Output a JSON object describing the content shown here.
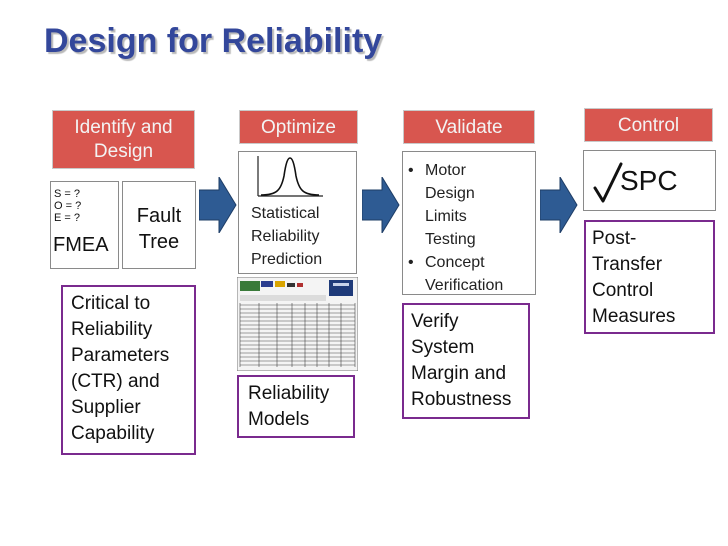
{
  "title": "Design for Reliability",
  "stages": {
    "identify": {
      "label": "Identify and Design",
      "fmea_params": [
        "S = ?",
        "O = ?",
        "E = ?"
      ],
      "fmea_label": "FMEA",
      "fault_tree": [
        "Fault",
        "Tree"
      ],
      "output_lines": [
        "Critical to",
        "Reliability",
        "Parameters",
        "(CTR) and",
        "Supplier",
        "Capability"
      ]
    },
    "optimize": {
      "label": "Optimize",
      "prediction_lines": [
        "Statistical",
        "Reliability",
        "Prediction"
      ],
      "output_lines": [
        "Reliability",
        "Models"
      ]
    },
    "validate": {
      "label": "Validate",
      "bullets": [
        {
          "lines": [
            "Motor",
            "Design",
            "Limits",
            "Testing"
          ]
        },
        {
          "lines": [
            "Concept",
            "Verification"
          ]
        }
      ],
      "output_lines": [
        "Verify",
        "System",
        "Margin and",
        "Robustness"
      ]
    },
    "control": {
      "label": "Control",
      "spc_label": "SPC",
      "output_lines": [
        "Post-",
        "Transfer",
        "Control",
        "Measures"
      ]
    }
  },
  "colors": {
    "title": "#33479b",
    "header_fill": "#d8564f",
    "arrow_fill": "#2e5b93",
    "output_border": "#7a2a8e"
  },
  "icons": [
    "bell-curve-icon",
    "spreadsheet-thumbnail",
    "checkmark-icon",
    "right-arrow-icon"
  ]
}
